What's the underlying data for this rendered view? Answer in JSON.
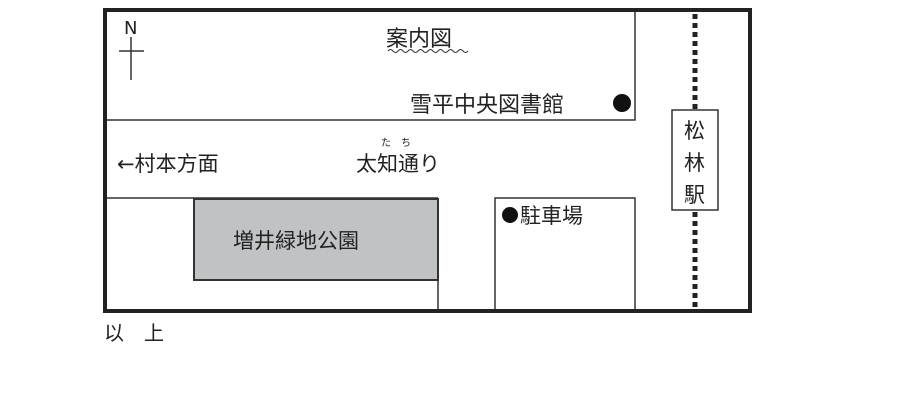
{
  "map": {
    "title": "案内図",
    "north_label": "N",
    "library": "雪平中央図書館",
    "direction": "←村本方面",
    "street": "太知通り",
    "street_ruby": "た　ち",
    "park": "増井緑地公園",
    "parking": "駐車場",
    "station": [
      "松",
      "林",
      "駅"
    ],
    "closing": "以　上"
  },
  "colors": {
    "park_fill": "#bfc3c4",
    "line": "#222222"
  }
}
